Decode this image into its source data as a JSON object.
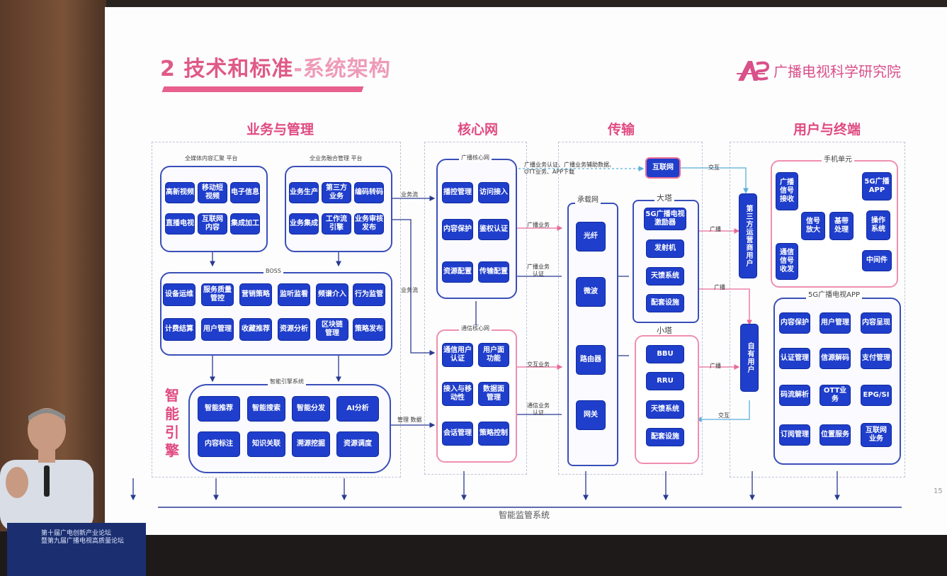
{
  "title": {
    "main": "2 技术和标准",
    "sub": "-系统架构"
  },
  "logo": {
    "text": "广播电视科学研究院"
  },
  "sections": [
    "业务与管理",
    "核心网",
    "传输",
    "用户与终端"
  ],
  "groups": {
    "media_platform": "全媒体内容汇聚\n平台",
    "biz_platform": "全业务融合管理\n平台",
    "boss": "BOSS",
    "engine": "智能引擎系统",
    "bc_core": "广播核心网",
    "comm_core": "通信核心网",
    "bearer": "承载网",
    "tower_big": "大塔",
    "tower_small": "小塔",
    "phone": "手机单元",
    "app": "5G广播电视APP"
  },
  "boxes": {
    "media": [
      "高新视频",
      "移动短\n视频",
      "电子信息",
      "直播电视",
      "互联网\n内容",
      "集成加工"
    ],
    "biz": [
      "业务生产",
      "第三方\n业务",
      "编码转码",
      "业务集成",
      "工作流\n引擎",
      "业务审核\n发布"
    ],
    "boss": [
      "设备运维",
      "服务质量\n管控",
      "营销策略",
      "监听监看",
      "用户管理",
      "行为监管",
      "计费结算",
      "收藏推荐",
      "资源分析",
      "区块链\n管理",
      "频谱介入",
      "策略发布"
    ],
    "engine": [
      "智能推荐",
      "智能搜索",
      "智能分发",
      "AI分析",
      "内容标注",
      "知识关联",
      "溯源挖掘",
      "资源调度"
    ],
    "bc_core": [
      "播控管理",
      "访问接入",
      "内容保护",
      "鉴权认证",
      "资源配置",
      "传输配置"
    ],
    "comm_core": [
      "通信用户\n认证",
      "用户面\n功能",
      "接入与移\n动性",
      "数据面\n管理",
      "会话管理",
      "策略控制"
    ],
    "bearer": [
      "光纤",
      "微波",
      "路由器",
      "网关"
    ],
    "tower_big": [
      "5G广播电视\n激励器",
      "发射机",
      "天馈系统",
      "配套设施"
    ],
    "tower_small": [
      "BBU",
      "RRU",
      "天馈系统",
      "配套设施"
    ],
    "internet": "互联网",
    "third_party": "第三方运营商用户",
    "own_users": "自有用户",
    "phone": [
      "广播\n信号\n接收",
      "信号\n放大",
      "基带\n处理",
      "5G广播\nAPP",
      "操作\n系统",
      "中间件",
      "通信\n信号\n收发"
    ],
    "app": [
      "内容保护",
      "用户管理",
      "内容呈现",
      "认证管理",
      "信源解码",
      "支付管理",
      "码流解析",
      "OTT业务",
      "EPG/SI",
      "订阅管理",
      "位置服务",
      "互联网\n业务"
    ]
  },
  "engine_label": "智能引擎",
  "edge_labels": {
    "business_flow_1": "业务流",
    "business_flow_2": "业务流",
    "bc_top": "广播业务认证、广播业务辅助数据、\nOTT业务、APP下载",
    "bc_service": "广播业务",
    "bc_auth": "广播业务\n认证",
    "interactive_service": "交互业务",
    "comm_auth": "通信业务\n认证",
    "manage_data": "管理\n数据",
    "interact_1": "交互",
    "interact_2": "交互",
    "broadcast_1": "广播",
    "broadcast_2": "广播",
    "broadcast_3": "广播"
  },
  "bottom_system": "智能监管系统",
  "page_number": "15",
  "podium": {
    "line1": "第十届广电创新产业论坛",
    "line2": "暨第九届广播电视高质量论坛"
  },
  "colors": {
    "accent": "#e04a80",
    "box": "#1f3ecb",
    "group_border": "#3a4fb8",
    "pink_border": "#ef8fb0"
  }
}
